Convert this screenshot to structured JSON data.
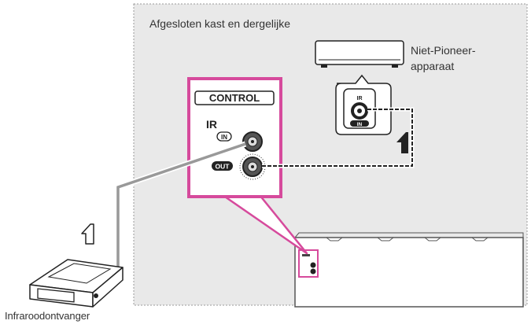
{
  "enclosure": {
    "title": "Afgesloten kast en dergelijke"
  },
  "external_device": {
    "label_line1": "Niet-Pioneer-",
    "label_line2": "apparaat"
  },
  "control_panel": {
    "control_label": "CONTROL",
    "ir_label": "IR",
    "in_badge": "IN",
    "out_badge": "OUT"
  },
  "device_ir_jack": {
    "ir_label": "IR",
    "in_badge": "IN"
  },
  "ir_receiver": {
    "label": "Infraroodontvanger"
  },
  "colors": {
    "panel_border": "#d64a9c",
    "enclosure_fill": "#e9e9e9",
    "enclosure_border": "#9a9a9a"
  }
}
